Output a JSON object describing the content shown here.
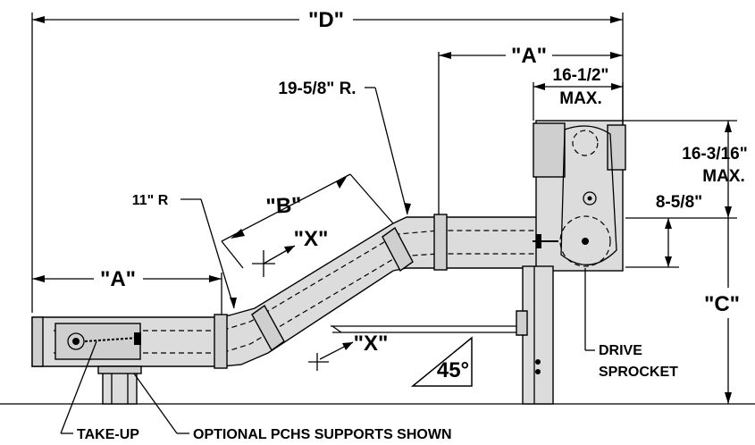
{
  "dims": {
    "D": "\"D\"",
    "A_top": "\"A\"",
    "A_left": "\"A\"",
    "B": "\"B\"",
    "C": "\"C\"",
    "X_upper": "\"X\"",
    "X_lower": "\"X\""
  },
  "labels": {
    "width_max_line1": "16-1/2\"",
    "width_max_line2": "MAX.",
    "height_max_line1": "16-3/16\"",
    "height_max_line2": "MAX.",
    "drive_offset": "8-5/8\"",
    "radius_upper": "19-5/8\" R.",
    "radius_lower": "11\" R",
    "angle": "45°",
    "drive_line1": "DRIVE",
    "drive_line2": "SPROCKET",
    "take_up": "TAKE-UP",
    "supports": "OPTIONAL PCHS SUPPORTS SHOWN"
  }
}
